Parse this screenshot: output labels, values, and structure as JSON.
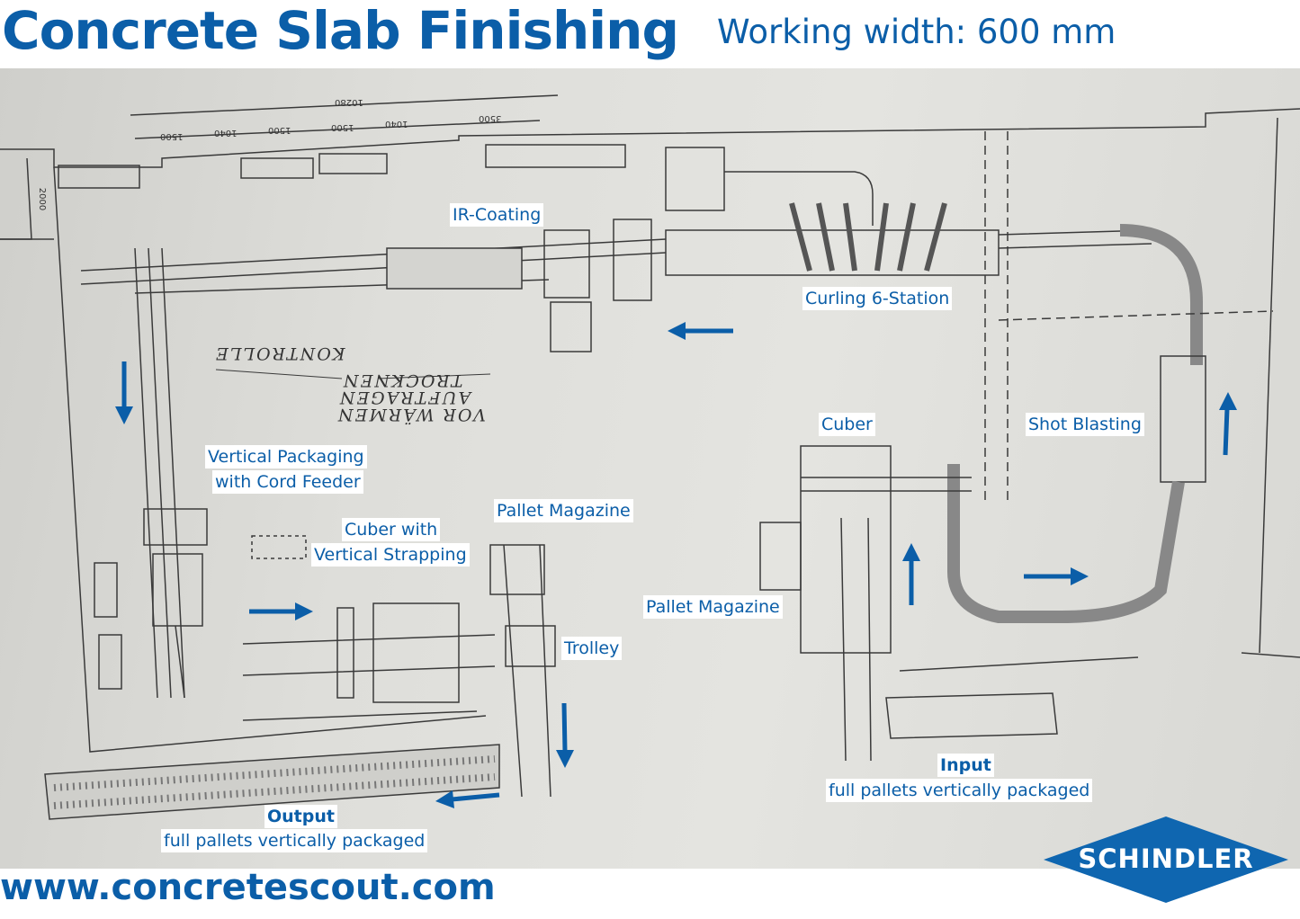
{
  "header": {
    "title": "Concrete Slab Finishing",
    "subtitle": "Working width: 600 mm"
  },
  "drawing": {
    "dimensions": [
      "10280",
      "1500",
      "1040",
      "1500",
      "1500",
      "1040",
      "3500",
      "2000"
    ],
    "handwritten": [
      "KONTROLLE",
      "TROCKNEN",
      "AUFTRAGEN",
      "VOR WÄRMEN"
    ]
  },
  "labels": {
    "ir_coating": "IR-Coating",
    "curling": "Curling 6-Station",
    "cuber": "Cuber",
    "shot_blasting": "Shot Blasting",
    "vertical_packaging_1": "Vertical Packaging",
    "vertical_packaging_2": "with Cord Feeder",
    "cuber_strapping_1": "Cuber with",
    "cuber_strapping_2": "Vertical Strapping",
    "pallet_magazine_1": "Pallet Magazine",
    "pallet_magazine_2": "Pallet Magazine",
    "trolley": "Trolley",
    "input_title": "Input",
    "input_desc": "full pallets vertically packaged",
    "output_title": "Output",
    "output_desc": "full pallets vertically packaged"
  },
  "arrow_color": "#0b5ea8",
  "footer": {
    "url": "www.concretescout.com"
  },
  "logo": {
    "text": "SCHINDLER",
    "color": "#0f66b0"
  }
}
